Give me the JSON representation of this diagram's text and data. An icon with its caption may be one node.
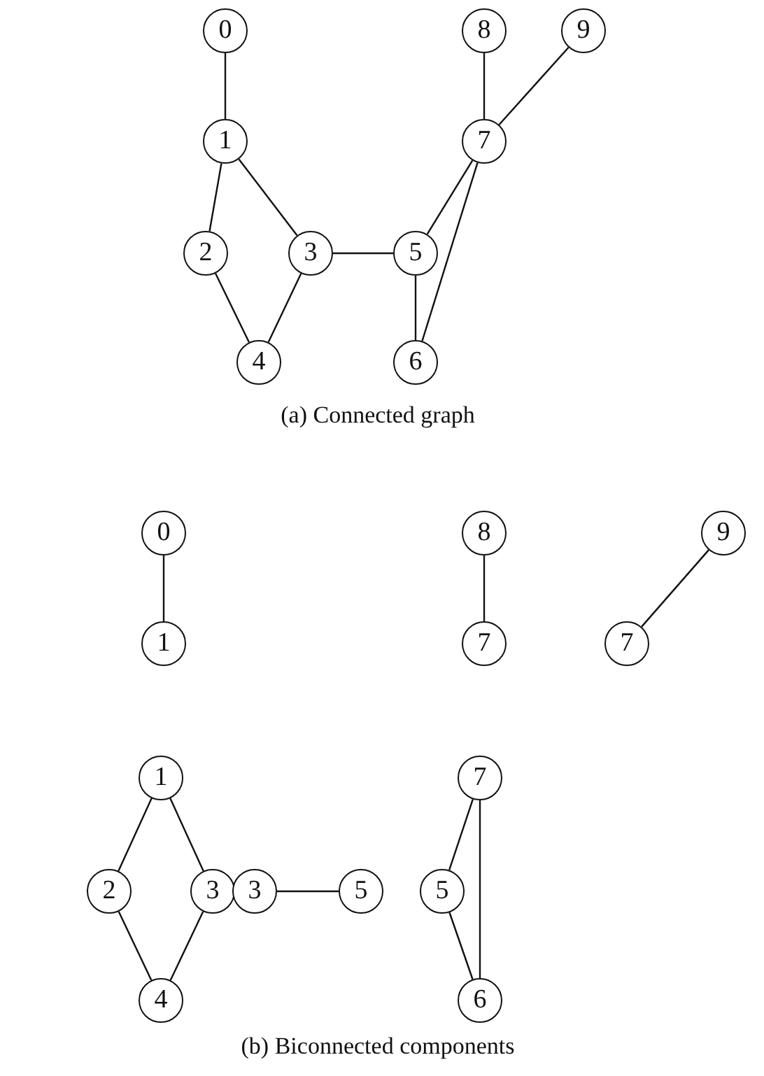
{
  "diagram": {
    "nodes": [
      {
        "text": [
          "0"
        ]
      },
      {
        "text": [
          "1"
        ]
      },
      {
        "text": [
          "2"
        ]
      },
      {
        "text": [
          "3"
        ]
      },
      {
        "text": [
          "4"
        ]
      },
      {
        "text": [
          "5"
        ]
      },
      {
        "text": [
          "6"
        ]
      },
      {
        "text": [
          "7"
        ]
      },
      {
        "text": [
          "8"
        ]
      },
      {
        "text": [
          "9"
        ]
      },
      {
        "text": [
          "0"
        ]
      },
      {
        "text": [
          "1"
        ]
      },
      {
        "text": [
          "8"
        ]
      },
      {
        "text": [
          "7"
        ]
      },
      {
        "text": [
          "9"
        ]
      },
      {
        "text": [
          "7"
        ]
      },
      {
        "text": [
          "1"
        ]
      },
      {
        "text": [
          "2"
        ]
      },
      {
        "text": [
          "3"
        ]
      },
      {
        "text": [
          "4"
        ]
      },
      {
        "text": [
          "3"
        ]
      },
      {
        "text": [
          "5"
        ]
      },
      {
        "text": [
          "7"
        ]
      },
      {
        "text": [
          "5"
        ]
      },
      {
        "text": [
          "6"
        ]
      }
    ],
    "edges": [
      {
        "from": 0,
        "to": 1,
        "arrow": "none"
      },
      {
        "from": 1,
        "to": 2,
        "arrow": "none"
      },
      {
        "from": 1,
        "to": 3,
        "arrow": "none"
      },
      {
        "from": 2,
        "to": 4,
        "arrow": "none"
      },
      {
        "from": 3,
        "to": 4,
        "arrow": "none"
      },
      {
        "from": 3,
        "to": 5,
        "arrow": "none"
      },
      {
        "from": 5,
        "to": 7,
        "arrow": "none"
      },
      {
        "from": 5,
        "to": 6,
        "arrow": "none"
      },
      {
        "from": 7,
        "to": 6,
        "arrow": "none"
      },
      {
        "from": 7,
        "to": 8,
        "arrow": "none"
      },
      {
        "from": 7,
        "to": 9,
        "arrow": "none"
      },
      {
        "from": 10,
        "to": 11,
        "arrow": "none"
      },
      {
        "from": 12,
        "to": 13,
        "arrow": "none"
      },
      {
        "from": 14,
        "to": 15,
        "arrow": "none"
      },
      {
        "from": 16,
        "to": 17,
        "arrow": "none"
      },
      {
        "from": 16,
        "to": 18,
        "arrow": "none"
      },
      {
        "from": 17,
        "to": 19,
        "arrow": "none"
      },
      {
        "from": 18,
        "to": 19,
        "arrow": "none"
      },
      {
        "from": 20,
        "to": 21,
        "arrow": "none"
      },
      {
        "from": 22,
        "to": 23,
        "arrow": "none"
      },
      {
        "from": 22,
        "to": 24,
        "arrow": "none"
      },
      {
        "from": 23,
        "to": 24,
        "arrow": "none"
      }
    ],
    "labels": [
      "(a) Connected graph",
      "(b) Biconnected components"
    ]
  }
}
